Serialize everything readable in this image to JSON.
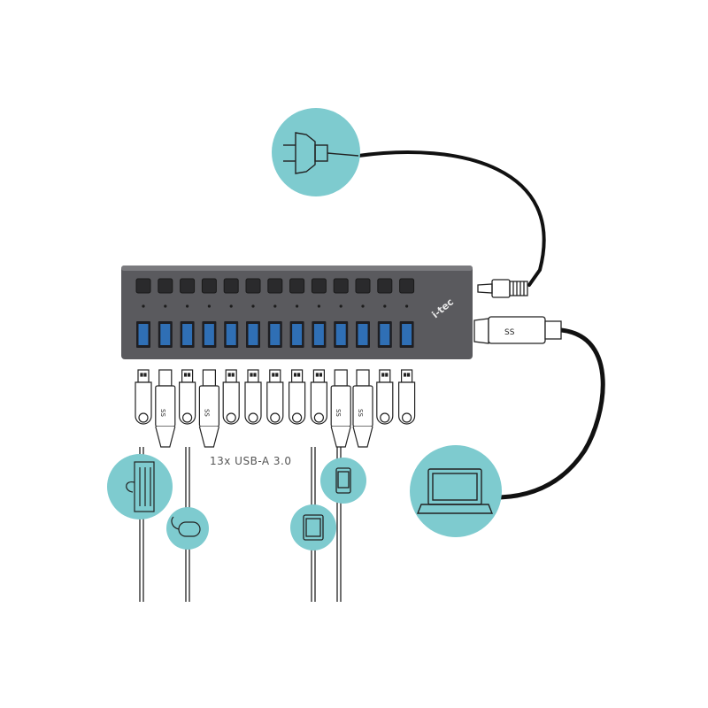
{
  "diagram": {
    "caption": "13x USB-A 3.0",
    "brand": "i-tec",
    "port_count": 13,
    "usb_marking": "SS",
    "plugged_ports": [
      1,
      3,
      9,
      10
    ],
    "icons": {
      "power": "power-plug-icon",
      "laptop": "laptop-icon",
      "keyboard": "keyboard-icon",
      "mouse": "mouse-icon",
      "tablet": "tablet-icon",
      "phone": "phone-icon"
    },
    "colors": {
      "background": "#ffffff",
      "hub_body": "#5a5a5e",
      "usb_port": "#2f6fb5",
      "icon_circle": "#7ecbcf",
      "cable": "#111111",
      "line_art": "#222222"
    }
  }
}
